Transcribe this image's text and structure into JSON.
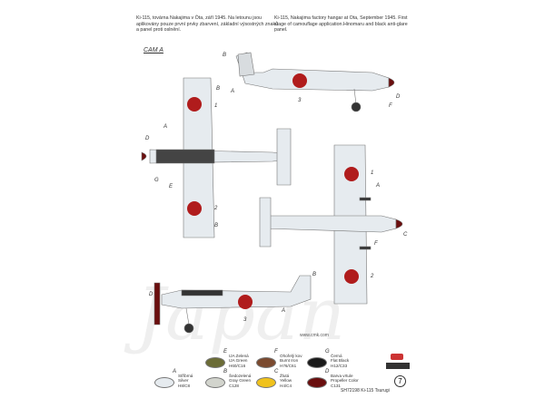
{
  "captions": {
    "cz": "Ki-115, továrna Nakajima v Óta, září 1945. Na letounu jsou aplikovány pouze první prvky zbarvení, základní výsostných znaků a panel proti oslnění.",
    "en": "Ki-115, Nakajima factory hangar at Ota, September 1945. First stage of camouflage application.Hinomaru and black anti-glare panel."
  },
  "scheme_label": "CAM A",
  "callouts": {
    "A": "A",
    "B": "B",
    "C": "C",
    "D": "D",
    "E": "E",
    "F": "F",
    "G": "G",
    "n1": "1",
    "n2": "2",
    "n3": "3"
  },
  "colors": [
    {
      "code": "E",
      "line1": "IJA Zelená",
      "line2": "IJA Green",
      "line3": "H60/C16",
      "hex": "#6b6c36"
    },
    {
      "code": "F",
      "line1": "Ohořelý kov",
      "line2": "Burnt Iron",
      "line3": "H76/C61",
      "hex": "#7b4a2f"
    },
    {
      "code": "G",
      "line1": "Černá",
      "line2": "Flat Black",
      "line3": "H12/C33",
      "hex": "#1a1a1a"
    },
    {
      "code": "A",
      "line1": "Stříbrná",
      "line2": "Silver",
      "line3": "H8/C8",
      "hex": "#e6ebef"
    },
    {
      "code": "B",
      "line1": "Šedozelená",
      "line2": "Gray Green",
      "line3": "C128",
      "hex": "#d2d4cd"
    },
    {
      "code": "C",
      "line1": "Žlutá",
      "line2": "Yellow",
      "line3": "H4/C4",
      "hex": "#f0c21c"
    },
    {
      "code": "D",
      "line1": "Barva vrtule",
      "line2": "Propeller Color",
      "line3": "C131",
      "hex": "#6a0e0e"
    }
  ],
  "footer": {
    "kit": "SH72198  Ki-115 Tsurugi",
    "page": "7",
    "url": "www.cmk.com",
    "watermark": "Japan"
  }
}
